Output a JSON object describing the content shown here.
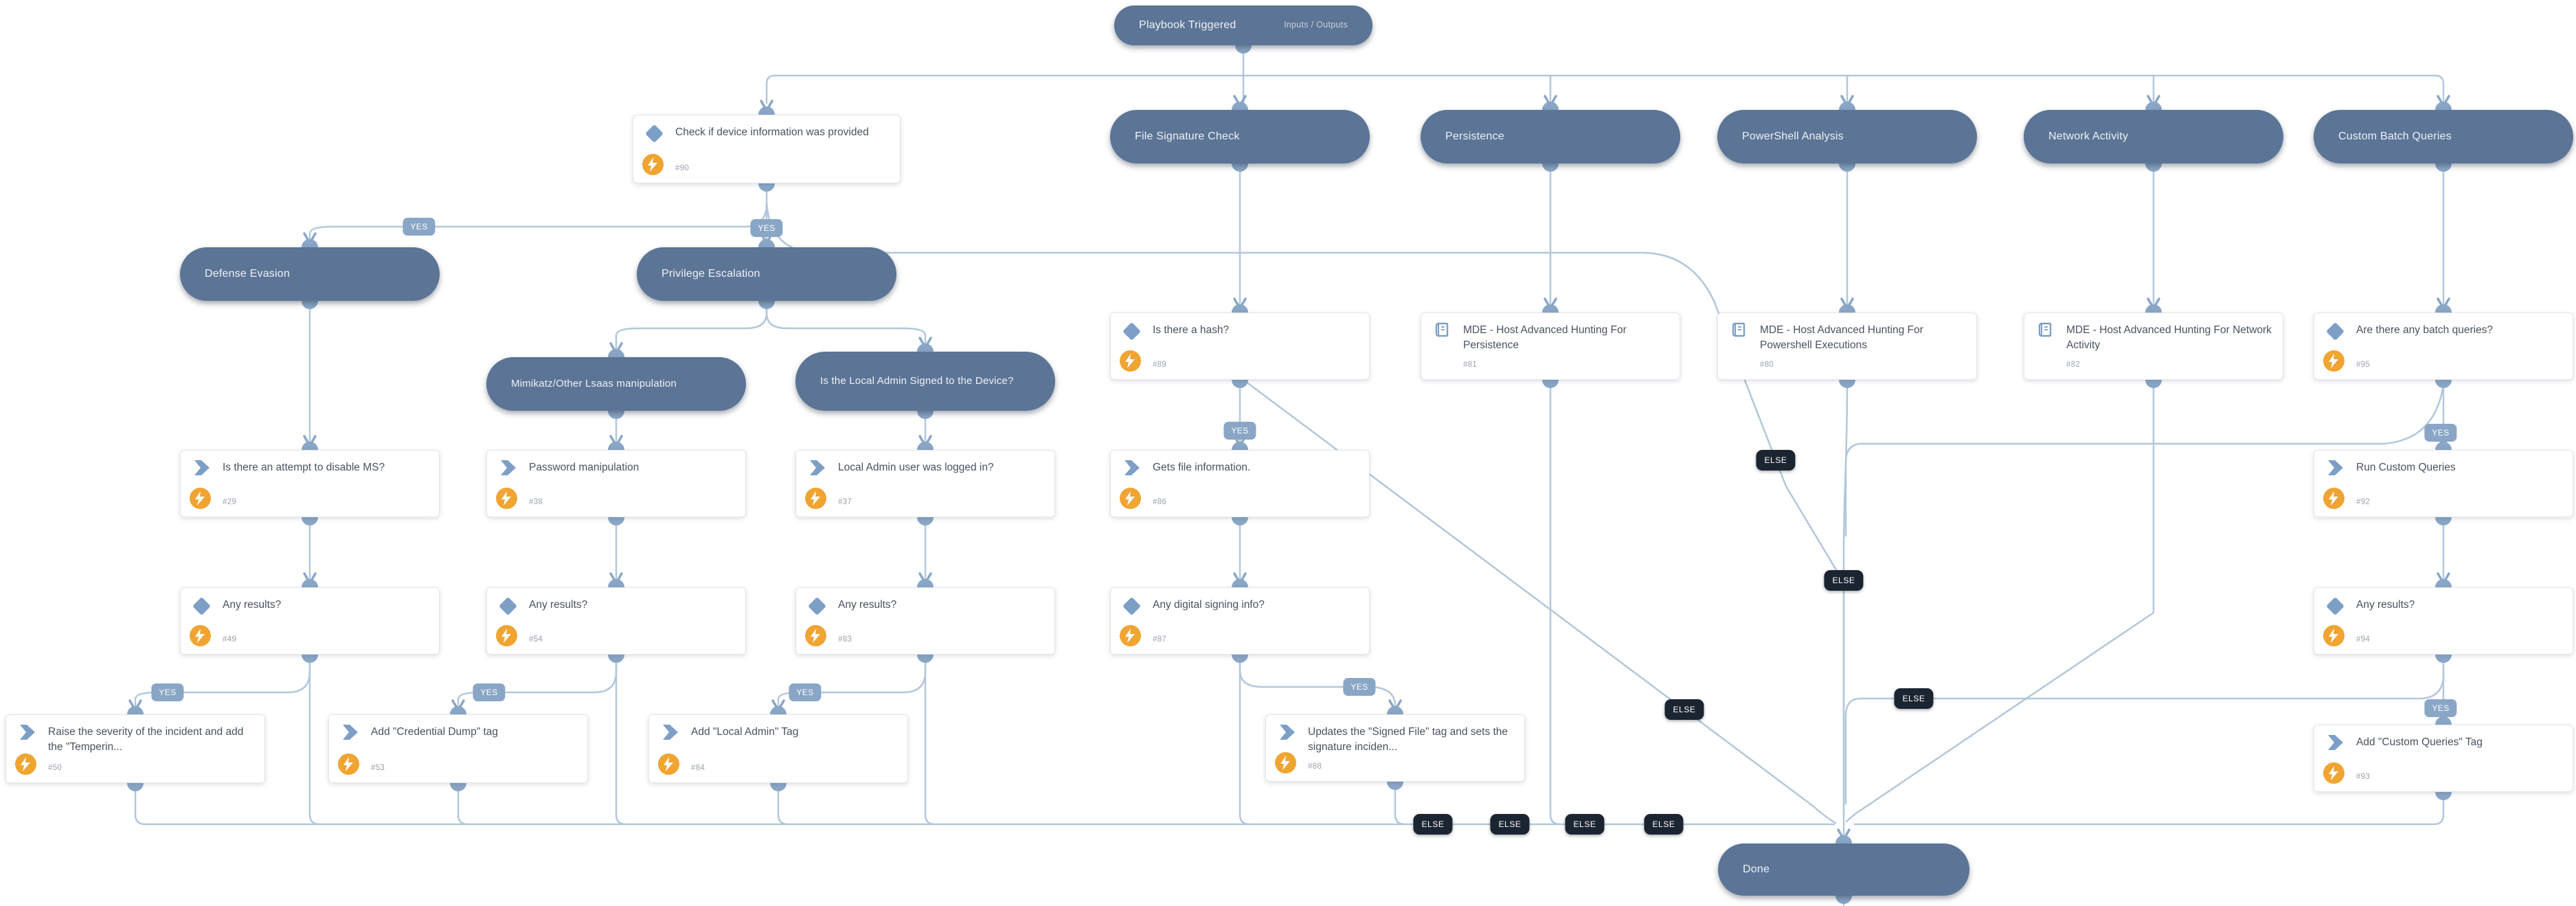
{
  "labels": {
    "yes": "YES",
    "else": "ELSE"
  },
  "trigger": {
    "title": "Playbook Triggered",
    "link": "Inputs / Outputs"
  },
  "sections": {
    "file_signature": "File Signature Check",
    "persistence": "Persistence",
    "powershell": "PowerShell Analysis",
    "network": "Network Activity",
    "custom_batch": "Custom Batch Queries",
    "defense_evasion": "Defense Evasion",
    "privilege_escalation": "Privilege Escalation",
    "mimikatz": "Mimikatz/Other Lsaas manipulation",
    "local_admin": "Is the Local Admin Signed to the Device?",
    "done": "Done"
  },
  "tasks": {
    "t90": {
      "title": "Check if device information was provided",
      "id": "#90",
      "kind": "condition"
    },
    "t89": {
      "title": "Is there a hash?",
      "id": "#89",
      "kind": "condition"
    },
    "t81": {
      "title": "MDE - Host Advanced Hunting For Persistence",
      "id": "#81",
      "kind": "playbook"
    },
    "t80": {
      "title": "MDE - Host Advanced Hunting For Powershell Executions",
      "id": "#80",
      "kind": "playbook"
    },
    "t82": {
      "title": "MDE - Host Advanced Hunting For Network Activity",
      "id": "#82",
      "kind": "playbook"
    },
    "t95": {
      "title": "Are there any batch queries?",
      "id": "#95",
      "kind": "condition"
    },
    "t29": {
      "title": "Is there an attempt to disable MS?",
      "id": "#29",
      "kind": "task"
    },
    "t38": {
      "title": "Password manipulation",
      "id": "#38",
      "kind": "task"
    },
    "t37": {
      "title": "Local Admin user was logged in?",
      "id": "#37",
      "kind": "task"
    },
    "t86": {
      "title": "Gets file information.",
      "id": "#86",
      "kind": "task"
    },
    "t92": {
      "title": "Run Custom Queries",
      "id": "#92",
      "kind": "task"
    },
    "t49": {
      "title": "Any results?",
      "id": "#49",
      "kind": "condition"
    },
    "t54": {
      "title": "Any results?",
      "id": "#54",
      "kind": "condition"
    },
    "t83": {
      "title": "Any results?",
      "id": "#83",
      "kind": "condition"
    },
    "t87": {
      "title": "Any digital signing info?",
      "id": "#87",
      "kind": "condition"
    },
    "t94": {
      "title": "Any results?",
      "id": "#94",
      "kind": "condition"
    },
    "t50": {
      "title": "Raise the severity of the incident and add the \"Temperin...",
      "id": "#50",
      "kind": "task"
    },
    "t53": {
      "title": "Add \"Credential Dump\" tag",
      "id": "#53",
      "kind": "task"
    },
    "t84": {
      "title": "Add \"Local Admin\" Tag",
      "id": "#84",
      "kind": "task"
    },
    "t88": {
      "title": "Updates the \"Signed File\" tag and sets the signature inciden...",
      "id": "#88",
      "kind": "task"
    },
    "t93": {
      "title": "Add \"Custom Queries\" Tag",
      "id": "#93",
      "kind": "task"
    }
  }
}
